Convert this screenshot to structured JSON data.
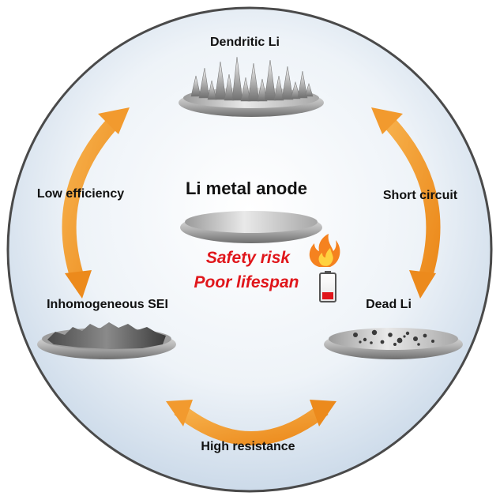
{
  "diagram": {
    "center_title": "Li metal anode",
    "risks": [
      "Safety risk",
      "Poor lifespan"
    ],
    "states": {
      "top": "Dendritic Li",
      "left": "Inhomogeneous SEI",
      "right": "Dead Li"
    },
    "transitions": {
      "left": "Low efficiency",
      "right": "Short circuit",
      "bottom": "High resistance"
    },
    "icons": [
      "flame-icon",
      "low-battery-icon"
    ],
    "colors": {
      "arrow": "#f29a2e",
      "risk_text": "#e0161b",
      "background": "#dde7f2"
    }
  }
}
